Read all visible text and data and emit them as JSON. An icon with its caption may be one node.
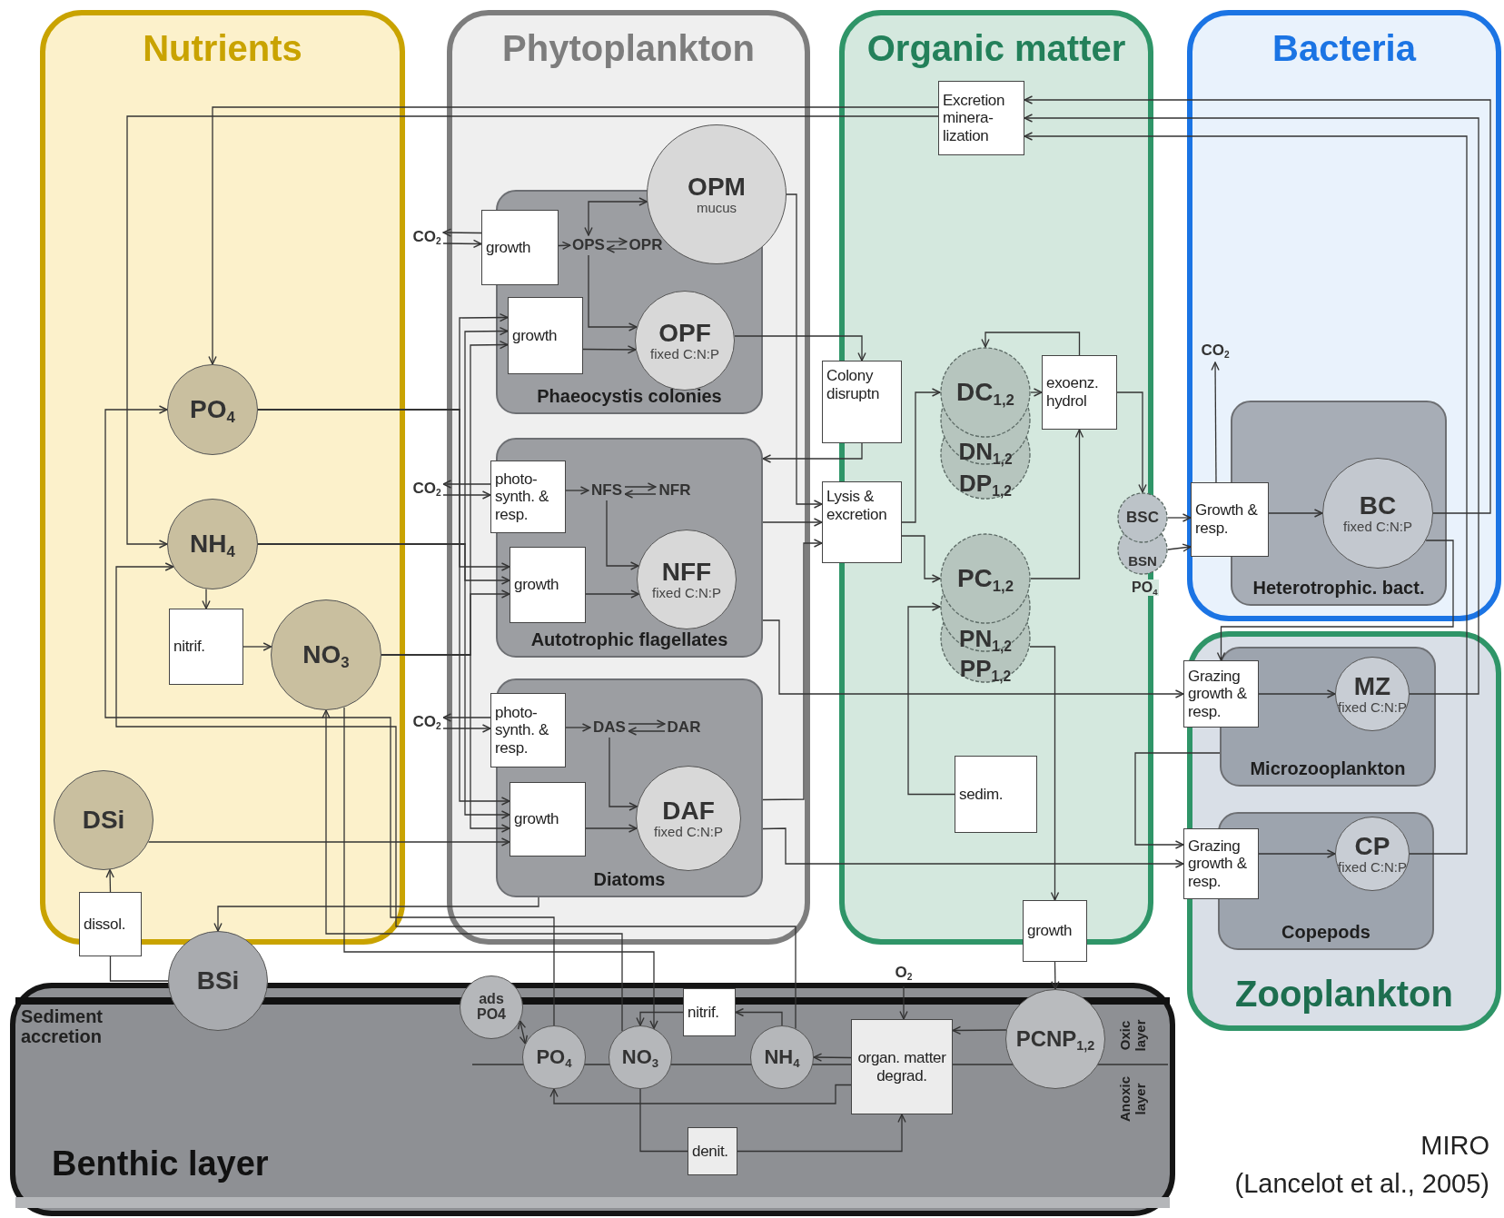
{
  "diagram": {
    "nodes": [
      {
        "text": [
          "Nutrients"
        ]
      },
      {
        "text": [
          "Phytoplankton"
        ]
      },
      {
        "text": [
          "Organic matter"
        ]
      },
      {
        "text": [
          "Bacteria"
        ]
      },
      {
        "text": [
          "Zooplankton"
        ]
      },
      {
        "text": [
          "Benthic layer"
        ]
      },
      {
        "text": [
          "PO$_{4}$"
        ],
        "in": 0
      },
      {
        "text": [
          "NH$_{4}$"
        ],
        "in": 0
      },
      {
        "text": [
          "nitrif."
        ],
        "in": 0
      },
      {
        "text": [
          "NO$_{3}$"
        ],
        "in": 0
      },
      {
        "text": [
          "DSi"
        ],
        "in": 0
      },
      {
        "text": [
          "dissol."
        ]
      },
      {
        "text": [
          "BSi"
        ]
      },
      {
        "text": [
          "CO$_{2}$"
        ]
      },
      {
        "text": [
          "growth"
        ],
        "in": 1
      },
      {
        "text": [
          "OPM",
          "mucus"
        ],
        "in": 1
      },
      {
        "text": [
          "Phaeocystis colonies"
        ],
        "in": 1
      },
      {
        "text": [
          "OPS"
        ],
        "in": 16
      },
      {
        "text": [
          "OPR"
        ],
        "in": 16
      },
      {
        "text": [
          "growth"
        ],
        "in": 16
      },
      {
        "text": [
          "OPF",
          "fixed C:N:P"
        ],
        "in": 16
      },
      {
        "text": [
          "CO$_{2}$"
        ]
      },
      {
        "text": [
          "Autotrophic flagellates"
        ],
        "in": 1
      },
      {
        "text": [
          "photo- synth. & resp."
        ],
        "in": 22
      },
      {
        "text": [
          "NFS"
        ],
        "in": 22
      },
      {
        "text": [
          "NFR"
        ],
        "in": 22
      },
      {
        "text": [
          "growth"
        ],
        "in": 22
      },
      {
        "text": [
          "NFF",
          "fixed C:N:P"
        ],
        "in": 22
      },
      {
        "text": [
          "CO$_{2}$"
        ]
      },
      {
        "text": [
          "Diatoms"
        ],
        "in": 1
      },
      {
        "text": [
          "photo- synth. & resp."
        ],
        "in": 29
      },
      {
        "text": [
          "DAS"
        ],
        "in": 29
      },
      {
        "text": [
          "DAR"
        ],
        "in": 29
      },
      {
        "text": [
          "growth"
        ],
        "in": 29
      },
      {
        "text": [
          "DAF",
          "fixed C:N:P"
        ],
        "in": 29
      },
      {
        "text": [
          "Excretion minera- lization"
        ],
        "in": 2
      },
      {
        "text": [
          "Colony disruptn"
        ]
      },
      {
        "text": [
          "Lysis & excretion"
        ]
      },
      {
        "text": [
          "DC$_{1,2}$",
          "DN$_{1,2}$",
          "DP$_{1,2}$"
        ],
        "in": 2
      },
      {
        "text": [
          "exoenz. hydrol"
        ],
        "in": 2
      },
      {
        "text": [
          "PC$_{1,2}$",
          "PN$_{1,2}$",
          "PP$_{1,2}$"
        ],
        "in": 2
      },
      {
        "text": [
          "sedim."
        ],
        "in": 2
      },
      {
        "text": [
          "growth"
        ]
      },
      {
        "text": [
          "BSC",
          "BSN"
        ],
        "beside": [
          "PO$_{4}$"
        ]
      },
      {
        "text": [
          "CO$_{2}$"
        ],
        "in": 3
      },
      {
        "text": [
          "Heterotrophic. bact."
        ],
        "in": 3
      },
      {
        "text": [
          "Growth & resp."
        ],
        "in": 3
      },
      {
        "text": [
          "BC",
          "fixed C:N:P"
        ],
        "in": 45
      },
      {
        "text": [
          "Microzooplankton"
        ],
        "in": 4
      },
      {
        "text": [
          "Grazing growth & resp."
        ],
        "in": 4
      },
      {
        "text": [
          "MZ",
          "fixed C:N:P"
        ],
        "in": 48
      },
      {
        "text": [
          "Copepods"
        ],
        "in": 4
      },
      {
        "text": [
          "Grazing growth & resp."
        ],
        "in": 4
      },
      {
        "text": [
          "CP",
          "fixed C:N:P"
        ],
        "in": 51
      },
      {
        "text": [
          "O$_{2}$"
        ]
      },
      {
        "text": [
          "ads PO4"
        ]
      },
      {
        "text": [
          "PO$_{4}$"
        ],
        "in": 5
      },
      {
        "text": [
          "NO$_{3}$"
        ],
        "in": 5
      },
      {
        "text": [
          "nitrif."
        ],
        "in": 5
      },
      {
        "text": [
          "NH$_{4}$"
        ],
        "in": 5
      },
      {
        "text": [
          "organ. matter degrad."
        ],
        "in": 5
      },
      {
        "text": [
          "PCNP$_{1,2}$"
        ],
        "in": 5
      },
      {
        "text": [
          "denit."
        ],
        "in": 5
      }
    ],
    "edges": [
      {
        "from": 6,
        "to": 19,
        "arrow": "to"
      },
      {
        "from": 6,
        "to": 26,
        "arrow": "to"
      },
      {
        "from": 6,
        "to": 33,
        "arrow": "to"
      },
      {
        "from": 7,
        "to": 19,
        "arrow": "to"
      },
      {
        "from": 7,
        "to": 26,
        "arrow": "to"
      },
      {
        "from": 7,
        "to": 33,
        "arrow": "to"
      },
      {
        "from": 9,
        "to": 19,
        "arrow": "to"
      },
      {
        "from": 9,
        "to": 26,
        "arrow": "to"
      },
      {
        "from": 9,
        "to": 33,
        "arrow": "to"
      },
      {
        "from": 10,
        "to": 33,
        "arrow": "to"
      },
      {
        "from": 13,
        "to": 14,
        "arrow": "to"
      },
      {
        "from": 14,
        "to": 13,
        "arrow": "to"
      },
      {
        "from": 14,
        "to": 17,
        "arrow": "to"
      },
      {
        "from": 17,
        "to": 18,
        "arrow": "to"
      },
      {
        "from": 18,
        "to": 17,
        "arrow": "to"
      },
      {
        "from": 17,
        "to": 15,
        "arrow": "both"
      },
      {
        "from": 17,
        "to": 20,
        "arrow": "to"
      },
      {
        "from": 19,
        "to": 20,
        "arrow": "to"
      },
      {
        "from": 21,
        "to": 23,
        "arrow": "to"
      },
      {
        "from": 23,
        "to": 21,
        "arrow": "to"
      },
      {
        "from": 23,
        "to": 24,
        "arrow": "to"
      },
      {
        "from": 24,
        "to": 25,
        "arrow": "to"
      },
      {
        "from": 25,
        "to": 24,
        "arrow": "to"
      },
      {
        "from": 24,
        "to": 27,
        "arrow": "to"
      },
      {
        "from": 26,
        "to": 27,
        "arrow": "to"
      },
      {
        "from": 28,
        "to": 30,
        "arrow": "to"
      },
      {
        "from": 30,
        "to": 28,
        "arrow": "to"
      },
      {
        "from": 30,
        "to": 31,
        "arrow": "to"
      },
      {
        "from": 31,
        "to": 32,
        "arrow": "to"
      },
      {
        "from": 32,
        "to": 31,
        "arrow": "to"
      },
      {
        "from": 31,
        "to": 34,
        "arrow": "to"
      },
      {
        "from": 33,
        "to": 34,
        "arrow": "to"
      },
      {
        "from": 7,
        "to": 8,
        "arrow": "to"
      },
      {
        "from": 8,
        "to": 9,
        "arrow": "to"
      },
      {
        "from": 11,
        "to": 10,
        "arrow": "to"
      },
      {
        "from": 12,
        "to": 11,
        "arrow": "none"
      },
      {
        "from": 29,
        "to": 12,
        "arrow": "to"
      },
      {
        "from": 15,
        "to": 37,
        "arrow": "to"
      },
      {
        "from": 22,
        "to": 37,
        "arrow": "to"
      },
      {
        "from": 29,
        "to": 37,
        "arrow": "to"
      },
      {
        "from": 20,
        "to": 36,
        "arrow": "to"
      },
      {
        "from": 36,
        "to": 22,
        "arrow": "to"
      },
      {
        "from": 37,
        "to": 38,
        "arrow": "to"
      },
      {
        "from": 37,
        "to": 40,
        "arrow": "to"
      },
      {
        "from": 38,
        "to": 39,
        "arrow": "to"
      },
      {
        "from": 40,
        "to": 39,
        "arrow": "to"
      },
      {
        "from": 39,
        "to": 38,
        "arrow": "to"
      },
      {
        "from": 39,
        "to": 43,
        "arrow": "to"
      },
      {
        "from": 35,
        "to": 6,
        "arrow": "to"
      },
      {
        "from": 35,
        "to": 7,
        "arrow": "to"
      },
      {
        "from": 47,
        "to": 35,
        "arrow": "to"
      },
      {
        "from": 50,
        "to": 35,
        "arrow": "to"
      },
      {
        "from": 53,
        "to": 35,
        "arrow": "to"
      },
      {
        "from": 43,
        "to": 46,
        "arrow": "to"
      },
      {
        "from": 43,
        "to": 46,
        "arrow": "to"
      },
      {
        "from": 46,
        "to": 47,
        "arrow": "to"
      },
      {
        "from": 46,
        "to": 44,
        "arrow": "to"
      },
      {
        "from": 47,
        "to": 49,
        "arrow": "to"
      },
      {
        "from": 22,
        "to": 49,
        "arrow": "to"
      },
      {
        "from": 29,
        "to": 52,
        "arrow": "to"
      },
      {
        "from": 48,
        "to": 52,
        "arrow": "to"
      },
      {
        "from": 49,
        "to": 50,
        "arrow": "to"
      },
      {
        "from": 52,
        "to": 53,
        "arrow": "to"
      },
      {
        "from": 41,
        "to": 40,
        "arrow": "to"
      },
      {
        "from": 40,
        "to": 42,
        "arrow": "to"
      },
      {
        "from": 42,
        "to": 61,
        "arrow": "to"
      },
      {
        "from": 61,
        "to": 60,
        "arrow": "to"
      },
      {
        "from": 54,
        "to": 60,
        "arrow": "to"
      },
      {
        "from": 60,
        "to": 59,
        "arrow": "to"
      },
      {
        "from": 60,
        "to": 56,
        "arrow": "to"
      },
      {
        "from": 59,
        "to": 58,
        "arrow": "to"
      },
      {
        "from": 58,
        "to": 57,
        "arrow": "to"
      },
      {
        "from": 57,
        "to": 62,
        "arrow": "none"
      },
      {
        "from": 62,
        "to": 60,
        "arrow": "to"
      },
      {
        "from": 55,
        "to": 56,
        "arrow": "both"
      },
      {
        "from": 56,
        "to": 6,
        "arrow": "to"
      },
      {
        "from": 59,
        "to": 7,
        "arrow": "to"
      },
      {
        "from": 57,
        "to": 9,
        "arrow": "to"
      },
      {
        "from": 9,
        "to": 57,
        "arrow": "to"
      }
    ],
    "labels": [
      "Sediment accretion",
      "Oxic layer",
      "Anoxic layer",
      "MIRO",
      "(Lancelot et al., 2005)"
    ]
  }
}
